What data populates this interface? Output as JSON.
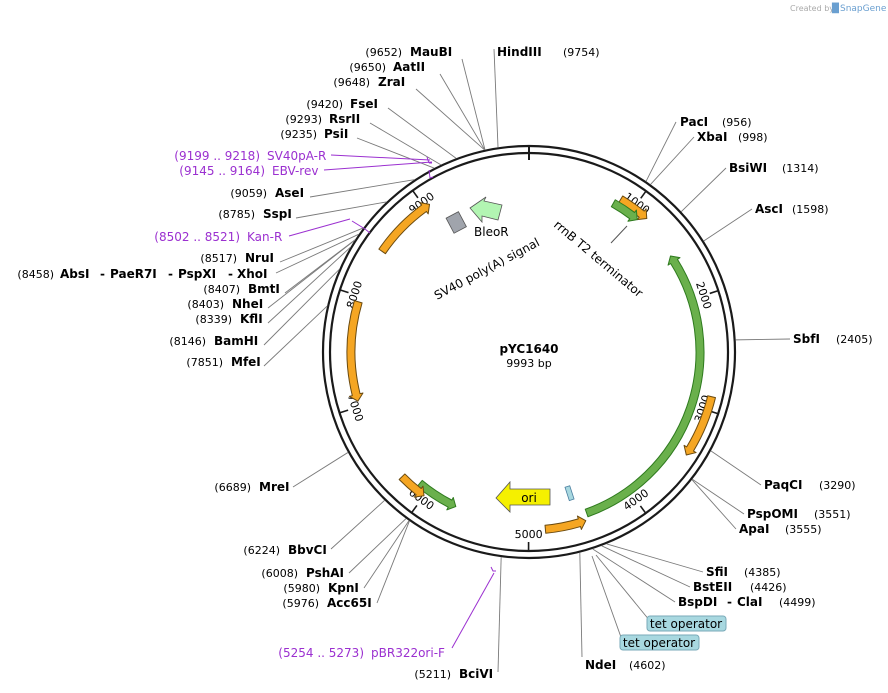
{
  "credit": {
    "prefix": "Created by",
    "brand": "SnapGene"
  },
  "plasmid": {
    "name": "pYC1640",
    "size": "9993 bp",
    "length": 9993
  },
  "scale_ticks": [
    {
      "pos": 1000,
      "label": "1000"
    },
    {
      "pos": 2000,
      "label": "2000"
    },
    {
      "pos": 3000,
      "label": "3000"
    },
    {
      "pos": 4000,
      "label": "4000"
    },
    {
      "pos": 5000,
      "label": "5000"
    },
    {
      "pos": 6000,
      "label": "6000"
    },
    {
      "pos": 7000,
      "label": "7000"
    },
    {
      "pos": 8000,
      "label": "8000"
    },
    {
      "pos": 9000,
      "label": "9000"
    }
  ],
  "enzymes": {
    "hindiii": {
      "name": "HindIII",
      "pos": "(9754)"
    },
    "maubi": {
      "name": "MauBI",
      "pos": "(9652)"
    },
    "aatii": {
      "name": "AatII",
      "pos": "(9650)"
    },
    "zrai": {
      "name": "ZraI",
      "pos": "(9648)"
    },
    "fsei": {
      "name": "FseI",
      "pos": "(9420)"
    },
    "rsrii": {
      "name": "RsrII",
      "pos": "(9293)"
    },
    "psii": {
      "name": "PsiI",
      "pos": "(9235)"
    },
    "asei": {
      "name": "AseI",
      "pos": "(9059)"
    },
    "sspi": {
      "name": "SspI",
      "pos": "(8785)"
    },
    "nrui": {
      "name": "NruI",
      "pos": "(8517)"
    },
    "absi": {
      "name": "AbsI",
      "sep1": "-",
      "name2": "PaeR7I",
      "sep2": "-",
      "name3": "PspXI",
      "sep3": "-",
      "name4": "XhoI",
      "pos": "(8458)"
    },
    "bmti": {
      "name": "BmtI",
      "pos": "(8407)"
    },
    "nhei": {
      "name": "NheI",
      "pos": "(8403)"
    },
    "kfli": {
      "name": "KflI",
      "pos": "(8339)"
    },
    "bamhi": {
      "name": "BamHI",
      "pos": "(8146)"
    },
    "mfei": {
      "name": "MfeI",
      "pos": "(7851)"
    },
    "mrei": {
      "name": "MreI",
      "pos": "(6689)"
    },
    "bbvci": {
      "name": "BbvCI",
      "pos": "(6224)"
    },
    "pshai": {
      "name": "PshAI",
      "pos": "(6008)"
    },
    "kpni": {
      "name": "KpnI",
      "pos": "(5980)"
    },
    "acc65i": {
      "name": "Acc65I",
      "pos": "(5976)"
    },
    "bcivi": {
      "name": "BciVI",
      "pos": "(5211)"
    },
    "paci": {
      "name": "PacI",
      "pos": "(956)"
    },
    "xbai": {
      "name": "XbaI",
      "pos": "(998)"
    },
    "bsiwi": {
      "name": "BsiWI",
      "pos": "(1314)"
    },
    "asci": {
      "name": "AscI",
      "pos": "(1598)"
    },
    "sbfi": {
      "name": "SbfI",
      "pos": "(2405)"
    },
    "paqci": {
      "name": "PaqCI",
      "pos": "(3290)"
    },
    "pspomi": {
      "name": "PspOMI",
      "pos": "(3551)"
    },
    "apai": {
      "name": "ApaI",
      "pos": "(3555)"
    },
    "sfii": {
      "name": "SfiI",
      "pos": "(4385)"
    },
    "bsteii": {
      "name": "BstEII",
      "pos": "(4426)"
    },
    "bspdi": {
      "name": "BspDI",
      "sep": "-",
      "name2": "ClaI",
      "pos": "(4499)"
    },
    "ndei": {
      "name": "NdeI",
      "pos": "(4602)"
    }
  },
  "primers": {
    "sv40pa": {
      "range": "(9199 .. 9218)",
      "name": "SV40pA-R"
    },
    "ebv": {
      "range": "(9145 .. 9164)",
      "name": "EBV-rev"
    },
    "kan": {
      "range": "(8502 .. 8521)",
      "name": "Kan-R"
    },
    "pbr": {
      "range": "(5254 .. 5273)",
      "name": "pBR322ori-F"
    }
  },
  "features": {
    "bleor": "BleoR",
    "sv40": "SV40 poly(A) signal",
    "rrnb": "rrnB T2 terminator",
    "ori": "ori",
    "tet1": "tet operator",
    "tet2": "tet operator"
  },
  "colors": {
    "orf": "#f5a623",
    "misc": "#6ab04c",
    "ori": "#f5f000",
    "bleor": "#b2f5b2",
    "sv40": "#a0a4ac",
    "tet_op": "#a8d8e0",
    "primer": "#9b30d0"
  }
}
